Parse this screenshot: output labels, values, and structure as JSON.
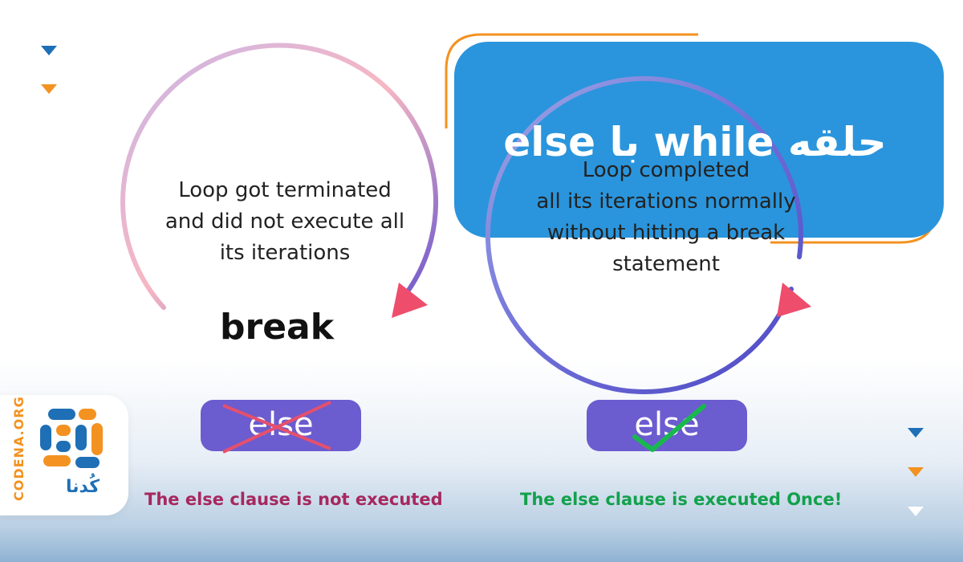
{
  "banner": {
    "title": "حلقه while با else"
  },
  "left": {
    "circle_text": "Loop got terminated\nand did not execute all\nits iterations",
    "keyword": "break",
    "else_label": "else",
    "caption": "The else clause is not executed"
  },
  "right": {
    "circle_text": "Loop completed\nall its iterations normally\nwithout hitting a break\nstatement",
    "else_label": "else",
    "caption": "The else clause is executed Once!"
  },
  "logo": {
    "side_text": "CODENA.ORG",
    "fa_text": "کُدنا"
  },
  "colors": {
    "banner_blue": "#2a95dc",
    "accent_orange": "#f39221",
    "else_purple": "#6b5ccf",
    "not_executed": "#a6285e",
    "executed": "#12a14b",
    "arrow_pink": "#ee4d6c",
    "cross_pink": "#e4506e",
    "check_green": "#19b84e"
  }
}
